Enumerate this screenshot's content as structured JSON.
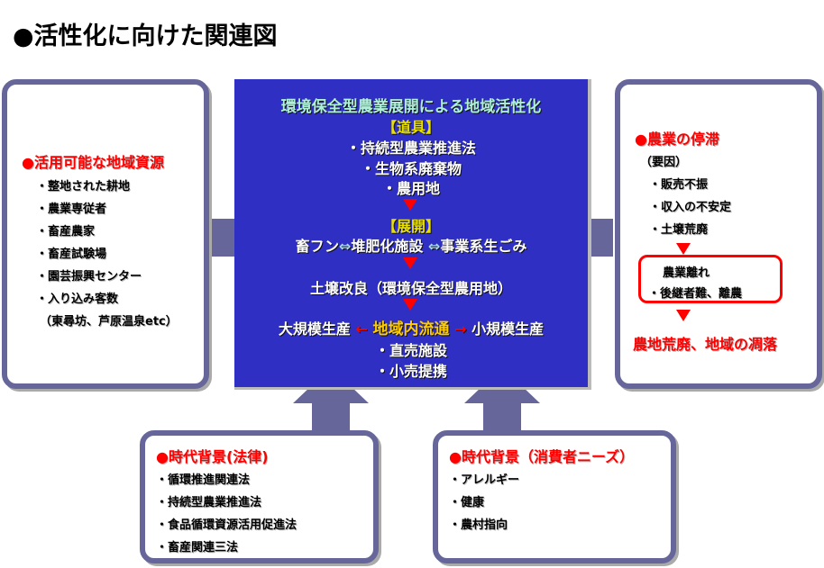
{
  "title": "●活性化に向けた関連図",
  "center": {
    "heading": "環境保全型農業展開による地域活性化",
    "tools_label": "【道具】",
    "tools": [
      "・持続型農業推進法",
      "・生物系廃棄物",
      "・農用地"
    ],
    "develop_label": "【展開】",
    "develop_line": {
      "a": "畜フン",
      "arrow1": "⇔",
      "b": "堆肥化施設 ",
      "arrow2": "⇔",
      "c": "事業系生ごみ"
    },
    "soil": "土壌改良（環境保全型農用地）",
    "flow": {
      "left": "大規模生産",
      "left_arrow": "←",
      "middle": "地域内流通",
      "right_arrow": "→",
      "right": "小規模生産"
    },
    "outlets": [
      "・直売施設",
      "・小売提携"
    ]
  },
  "left_box": {
    "heading": "●活用可能な地域資源",
    "items": [
      "・整地された耕地",
      "・農業専従者",
      "・畜産農家",
      "・畜産試験場",
      "・園芸振興センター",
      "・入り込み客数",
      "（東尋坊、芦原温泉etc）"
    ]
  },
  "right_box": {
    "heading": "●農業の停滞",
    "cause_label": "（要因）",
    "causes": [
      "・販売不振",
      "・収入の不安定",
      "・土壌荒廃"
    ],
    "boxed": [
      "農業離れ",
      "・後継者難、離農"
    ],
    "result": "農地荒廃、地域の凋落"
  },
  "bottom_left_box": {
    "heading": "●時代背景(法律)",
    "items": [
      "・循環推進関連法",
      "・持続型農業推進法",
      "・食品循環資源活用促進法",
      "・畜産関連三法"
    ]
  },
  "bottom_right_box": {
    "heading": "●時代背景（消費者ニーズ）",
    "items": [
      "・アレルギー",
      "・健康",
      "・農村指向"
    ]
  },
  "colors": {
    "center_bg": "#2f2fc4",
    "frame": "#66669a",
    "accent_red": "#ff0000",
    "heading_cyan": "#aef0d8",
    "label_yellow": "#e8e000",
    "flow_orange": "#ffcc00"
  }
}
